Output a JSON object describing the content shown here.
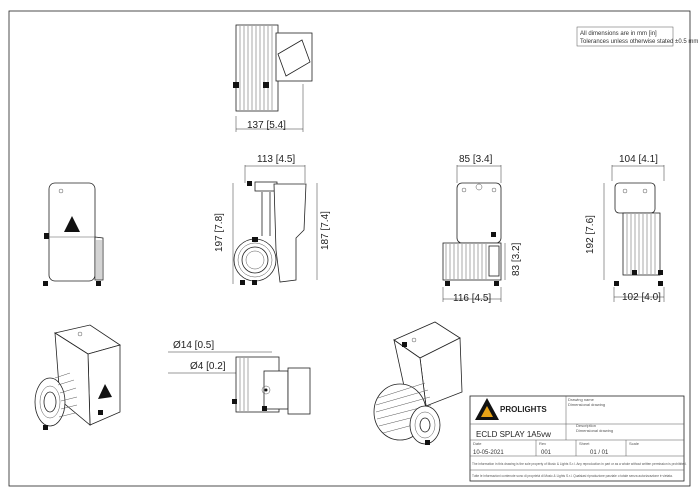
{
  "note": {
    "line1": "All dimensions are in mm [in]",
    "line2": "Tolerances unless otherwise stated ±0.5 mm"
  },
  "dimensions": {
    "top_width": "137 [5.4]",
    "side_width": "113 [4.5]",
    "side_height_left": "197 [7.8]",
    "side_height_right": "187 [7.4]",
    "rear_width": "85 [3.4]",
    "rear_height": "83 [3.2]",
    "rear_base_width": "116 [4.5]",
    "far_width_top": "104 [4.1]",
    "far_height": "192 [7.6]",
    "far_width_bottom": "102 [4.0]",
    "hole_large": "Ø14 [0.5]",
    "hole_small": "Ø4 [0.2]"
  },
  "title_block": {
    "brand": "PROLIGHTS",
    "drawing_label": "Drawing name",
    "drawing_sub": "Dimensional drawing",
    "desc_label": "Description",
    "desc_value": "Dimensional drawing",
    "product": "ECLD SPLAY 1A5vw",
    "date_label": "Date",
    "date": "10-05-2021",
    "rev_label": "Rev",
    "rev": "001",
    "sheet_label": "Sheet",
    "sheet": "01 / 01",
    "scale_label": "Scale",
    "footer1": "The information in this drawing is the sole property of Music & Lights S.r.l. Any reproduction in part or as a whole without written permission is prohibited.",
    "footer2": "Tutte le informazioni contenute sono di proprietà di Music & Lights S.r.l. Qualsiasi riproduzione parziale o totale senza autorizzazione è vietata."
  }
}
